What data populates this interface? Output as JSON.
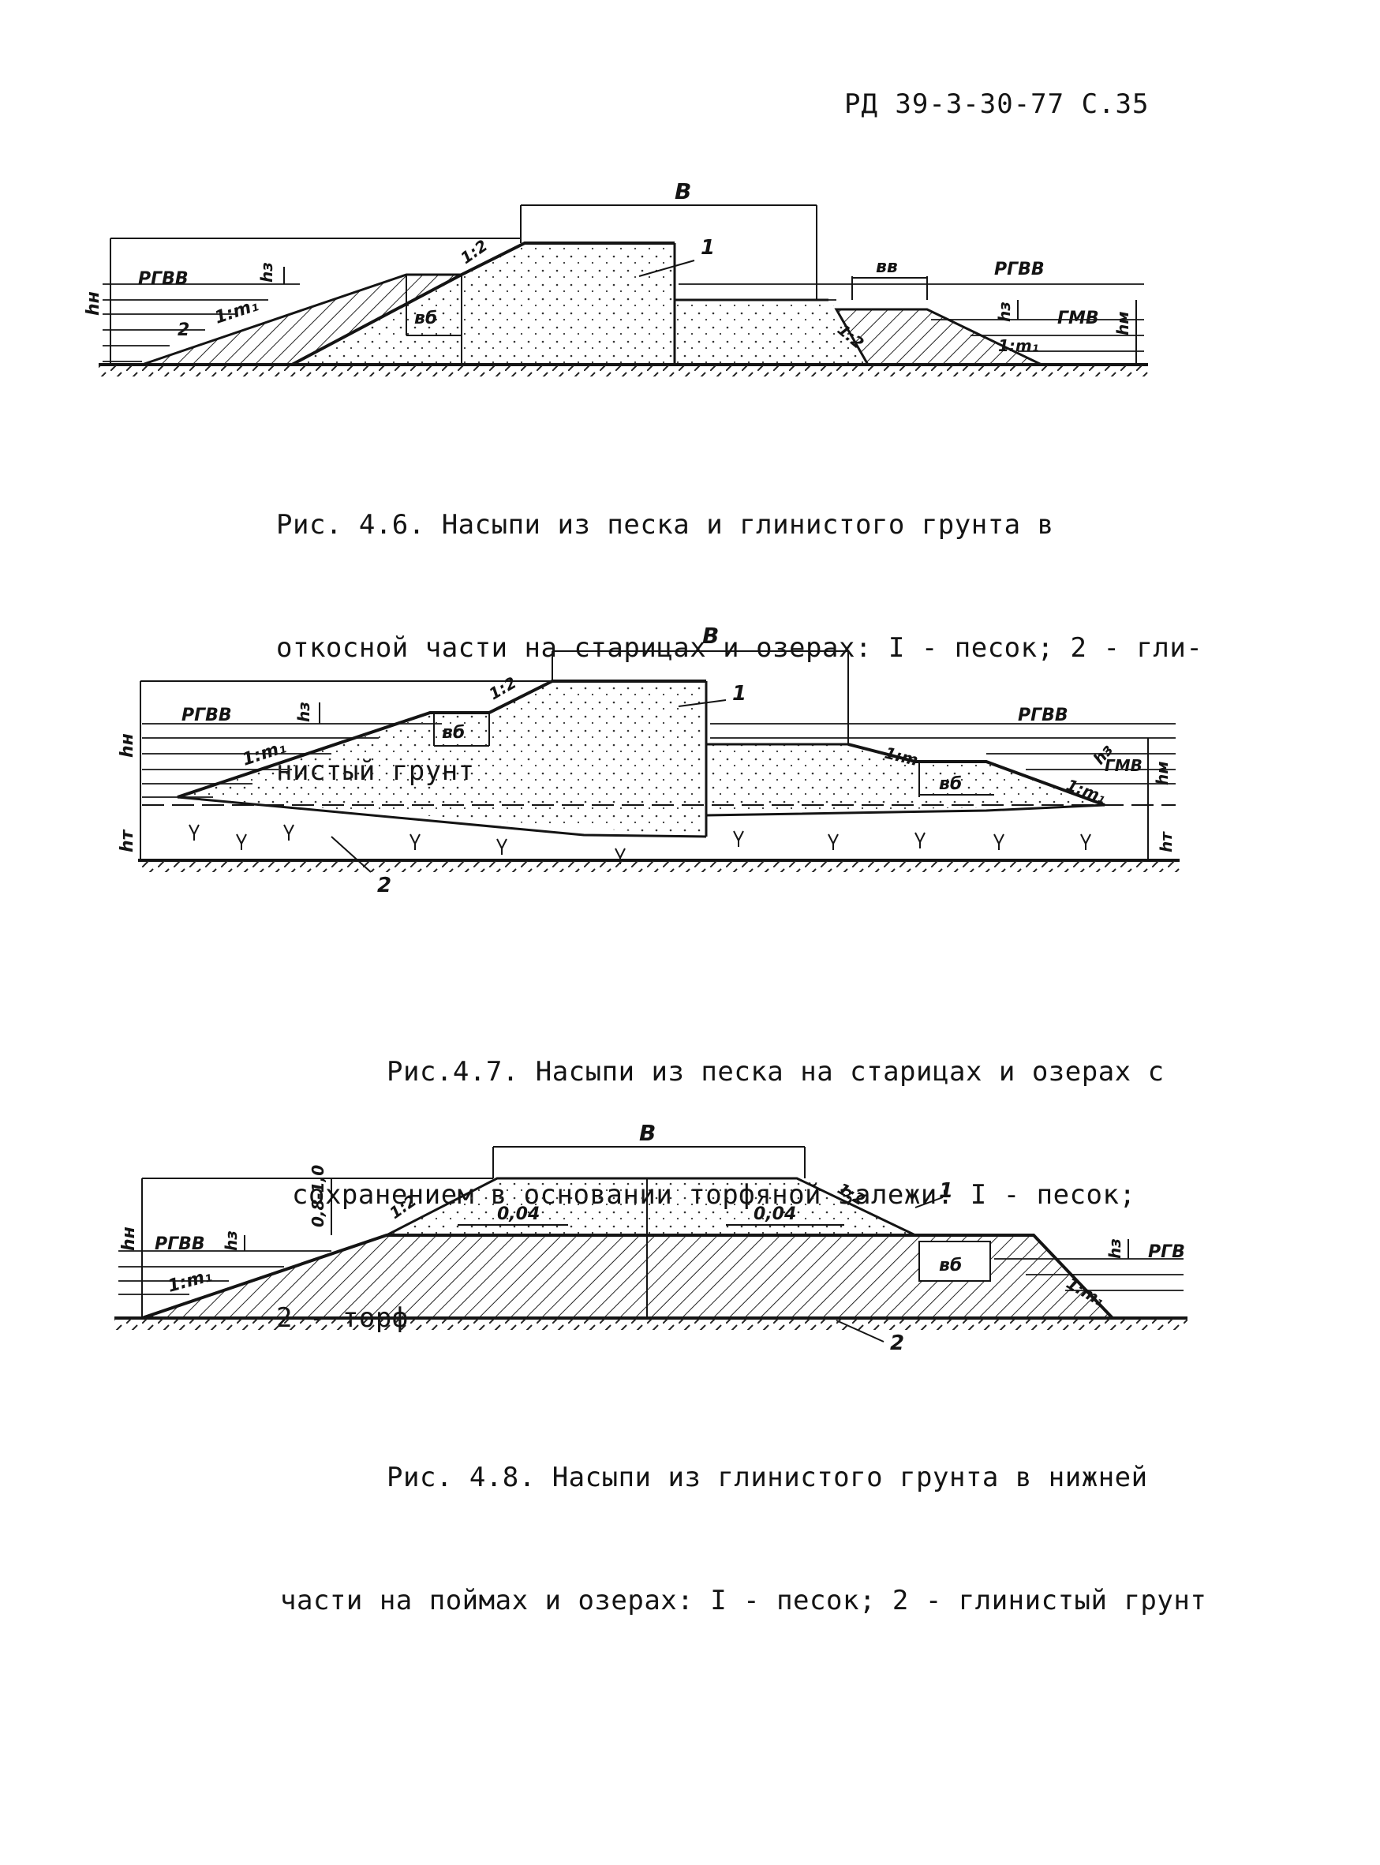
{
  "header": "РД 39-3-30-77 С.35",
  "figures": [
    {
      "caption_lines": [
        "Рис. 4.6. Насыпи из песка и глинистого грунта в",
        "откосной части на старицах и озерах: I - песок; 2 - гли-",
        "нистый грунт"
      ],
      "labels": {
        "width": "В",
        "num1": "1",
        "num2": "2",
        "rgvv_left": "РГВВ",
        "rgvv_right": "РГВВ",
        "gmv": "ГМВ",
        "hn": "hн",
        "hz_left": "hз",
        "hz_right": "hз",
        "hm": "hм",
        "slope_left": "1:m₁",
        "slope_top": "1:2",
        "slope_right": "1:2",
        "slope_right2": "1:m₁",
        "berm_h": "вб",
        "berm_w": "вв"
      }
    },
    {
      "caption_lines": [
        "Рис.4.7. Насыпи из песка на старицах и озерах с",
        "сохранением в основании торфяной залежи: I - песок;",
        "2 - торф"
      ],
      "labels": {
        "width": "В",
        "num1": "1",
        "num2": "2",
        "rgvv_left": "РГВВ",
        "rgvv_right": "РГВВ",
        "gmv": "ГМВ",
        "hn": "hн",
        "hz_left": "hз",
        "hz_right": "hз",
        "hm": "hм",
        "ht_left": "hт",
        "ht_right": "hт",
        "slope_left": "1:m₁",
        "slope_top": "1:2",
        "slope_right": "1:m",
        "slope_right2": "1:m₁",
        "berm_left": "вб",
        "berm_right": "вб"
      }
    },
    {
      "caption_lines": [
        "Рис. 4.8. Насыпи из глинистого грунта в нижней",
        "части на поймах и озерах: I - песок; 2 - глинистый грунт"
      ],
      "labels": {
        "width": "В",
        "num1": "1",
        "num2": "2",
        "rgvv_left": "РГВВ",
        "rgv_right": "РГВ",
        "hn": "hн",
        "hz_left": "hз",
        "hz_right": "hз",
        "dim_08": "0,8-1,0",
        "slope_left": "1:m₁",
        "slope_top_left": "1:2",
        "slope_top_right": "1:2",
        "slope_right": "1:m₁",
        "grade_left": "0,04",
        "grade_right": "0,04",
        "berm": "вб"
      }
    }
  ]
}
